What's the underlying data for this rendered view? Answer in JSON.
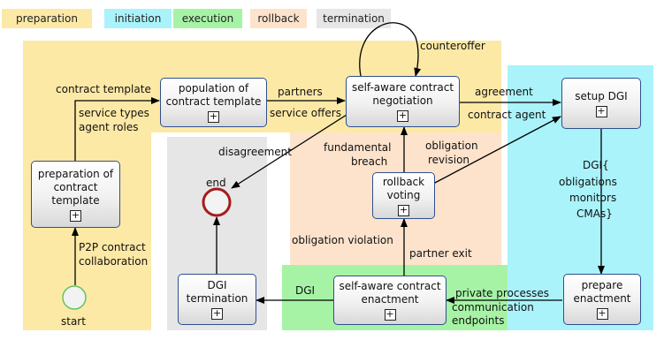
{
  "legend": [
    {
      "label": "preparation",
      "color": "#fde9a6"
    },
    {
      "label": "initiation",
      "color": "#aaf3fb"
    },
    {
      "label": "execution",
      "color": "#a6f3a6"
    },
    {
      "label": "rollback",
      "color": "#fde3cc"
    },
    {
      "label": "termination",
      "color": "#e6e6e6"
    }
  ],
  "nodes": {
    "population": "population of contract template",
    "negotiation": "self-aware contract negotiation",
    "setup": "setup DGI",
    "preparation": "preparation of contract template",
    "rollback": "rollback voting",
    "enactment": "self-aware contract enactment",
    "prepare_enactment": "prepare enactment",
    "dgi_termination": "DGI termination",
    "end": "end",
    "start": "start"
  },
  "edges": {
    "counteroffer": "counteroffer",
    "contract_template": "contract template",
    "partners": "partners",
    "service_offers": "service offers",
    "agreement": "agreement",
    "contract_agent": "contract agent",
    "service_types": "service types",
    "agent_roles": "agent roles",
    "disagreement": "disagreement",
    "fundamental": "fundamental",
    "breach": "breach",
    "obligation": "obligation",
    "revision": "revision",
    "dgi_open": "DGI{",
    "obligations": "obligations",
    "monitors": "monitors",
    "cmas": "CMAs}",
    "p2p": "P2P contract",
    "collaboration": "collaboration",
    "obligation_violation": "obligation violation",
    "partner_exit": "partner exit",
    "dgi": "DGI",
    "private_processes": "private processes",
    "communication": "communication",
    "endpoints": "endpoints"
  }
}
